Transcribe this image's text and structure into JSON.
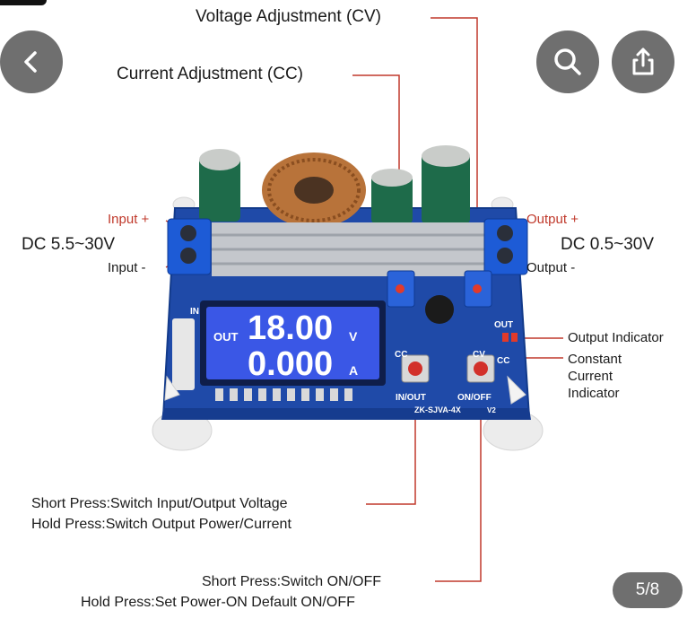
{
  "nav": {
    "back_icon": "chevron-left-icon",
    "search_icon": "search-icon",
    "share_icon": "share-icon",
    "counter": "5/8"
  },
  "annotations": {
    "voltage_adjust": "Voltage Adjustment (CV)",
    "current_adjust": "Current Adjustment (CC)",
    "input_plus": "Input +",
    "input_minus": "Input -",
    "input_range": "DC 5.5~30V",
    "output_plus": "Output +",
    "output_minus": "Output -",
    "output_range": "DC 0.5~30V",
    "output_indicator": "Output Indicator",
    "cc_indicator_1": "Constant",
    "cc_indicator_2": "Current",
    "cc_indicator_3": "Indicator",
    "in_out_short": "Short Press:Switch Input/Output Voltage",
    "in_out_hold": "Hold Press:Switch Output Power/Current",
    "on_off_short": "Short Press:Switch ON/OFF",
    "on_off_hold": "Hold Press:Set Power-ON Default ON/OFF"
  },
  "board": {
    "display_mode": "OUT",
    "voltage": "18.00",
    "voltage_unit": "V",
    "current": "0.000",
    "current_unit": "A",
    "btn_in_out": "IN/OUT",
    "btn_on_off": "ON/OFF",
    "model": "ZK-SJVA-4X",
    "version": "V2",
    "in_label": "IN",
    "out_label": "OUT",
    "cc_label": "CC",
    "cv_label": "CV",
    "cc_led": "CC"
  },
  "colors": {
    "pcb": "#1f4aa8",
    "lcd": "#3a57e6",
    "leader": "#c0392b",
    "nav_button": "#6f6f6f"
  }
}
